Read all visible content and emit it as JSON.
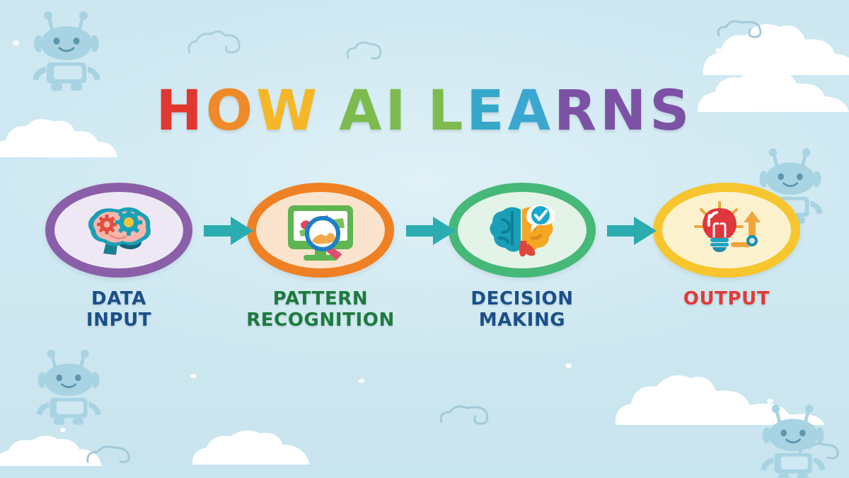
{
  "poster": {
    "title_text": "HOW AI LEARNS",
    "title_letters": [
      {
        "ch": "H",
        "color": "#e0372f"
      },
      {
        "ch": "O",
        "color": "#ef8a28"
      },
      {
        "ch": "W",
        "color": "#f5b726"
      },
      {
        "ch": " ",
        "color": ""
      },
      {
        "ch": "A",
        "color": "#7dbb4f"
      },
      {
        "ch": "I",
        "color": "#7dbb4f"
      },
      {
        "ch": " ",
        "color": ""
      },
      {
        "ch": "L",
        "color": "#7dbb4f"
      },
      {
        "ch": "E",
        "color": "#35a8c9"
      },
      {
        "ch": "A",
        "color": "#3aa7d0"
      },
      {
        "ch": "R",
        "color": "#7c52a5"
      },
      {
        "ch": "N",
        "color": "#7c52a5"
      },
      {
        "ch": "S",
        "color": "#7c52a5"
      }
    ],
    "background_color": "#cde7f1",
    "arrow_color": "#2aacb0",
    "decor_color": "#a9d4e3"
  },
  "steps": [
    {
      "id": "data-input",
      "label": "DATA\nINPUT",
      "label_color": "#1b4f8a",
      "ring_color": "#8a5fa8",
      "fill_color": "#eee8f5",
      "icon": "brain-gears-icon",
      "order": 1
    },
    {
      "id": "pattern-recognition",
      "label": "PATTERN\nRECOGNITION",
      "label_color": "#1d7a3e",
      "ring_color": "#ef8023",
      "fill_color": "#fbe4cd",
      "icon": "monitor-magnifier-icon",
      "order": 2
    },
    {
      "id": "decision-making",
      "label": "DECISION\nMAKING",
      "label_color": "#1b4f8a",
      "ring_color": "#46b878",
      "fill_color": "#e4f3e7",
      "icon": "split-brain-check-icon",
      "order": 3
    },
    {
      "id": "output",
      "label": "OUTPUT",
      "label_color": "#e03b38",
      "ring_color": "#f7c52d",
      "fill_color": "#fdf2ce",
      "icon": "lightbulb-arrow-icon",
      "order": 4
    }
  ],
  "arrows": [
    {
      "id": "arrow-1",
      "from": "data-input",
      "to": "pattern-recognition"
    },
    {
      "id": "arrow-2",
      "from": "pattern-recognition",
      "to": "decision-making"
    },
    {
      "id": "arrow-3",
      "from": "decision-making",
      "to": "output"
    }
  ],
  "decorations": {
    "robots": 4,
    "solid_clouds": 6,
    "doodle_clouds": 5,
    "dots": 7
  }
}
